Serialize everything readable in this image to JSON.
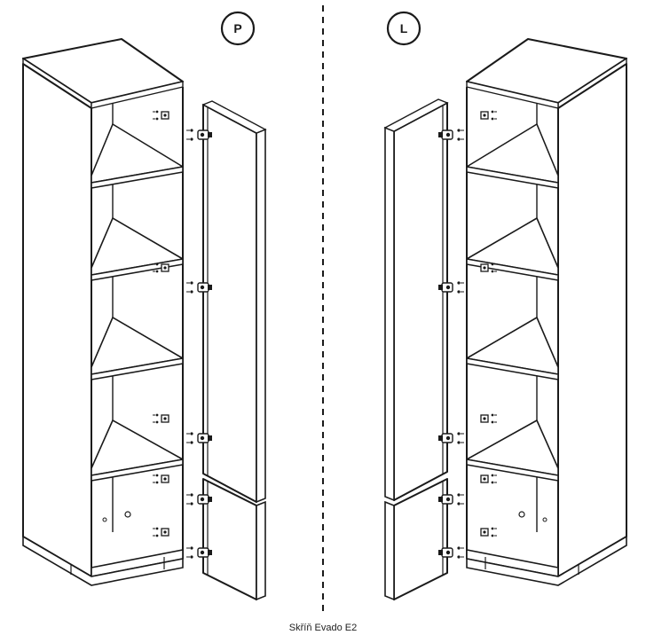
{
  "diagram": {
    "caption": "Skříň Evado E2",
    "variants": [
      {
        "label": "P"
      },
      {
        "label": "L"
      }
    ]
  },
  "colors": {
    "line": "#1a1a1a",
    "shade": "#e6e6e6",
    "background": "#ffffff"
  }
}
